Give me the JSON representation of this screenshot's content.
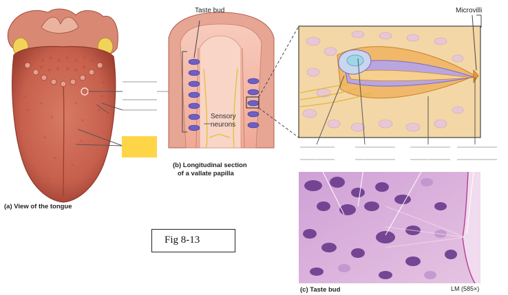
{
  "labels": {
    "taste_bud": "Taste bud",
    "microvilli": "Microvilli",
    "sensory_neurons_1": "Sensory",
    "sensory_neurons_2": "neurons",
    "caption_a": "(a) View of the tongue",
    "caption_b_1": "(b) Longitudinal section",
    "caption_b_2": "of a vallate papilla",
    "caption_c": "(c) Taste bud",
    "magnification": "LM (585×)",
    "fig_number": "Fig 8-13"
  },
  "colors": {
    "tongue": "#c6604d",
    "tongue_dark": "#a84434",
    "papilla_pink": "#f2b7a6",
    "taste_bud_purple": "#6c5fc7",
    "cell_tan": "#f3d7a6",
    "micrograph_pink": "#d9a7d3",
    "nucleus_purple": "#6a3a8c",
    "label_box_yellow": "#ffd548"
  }
}
